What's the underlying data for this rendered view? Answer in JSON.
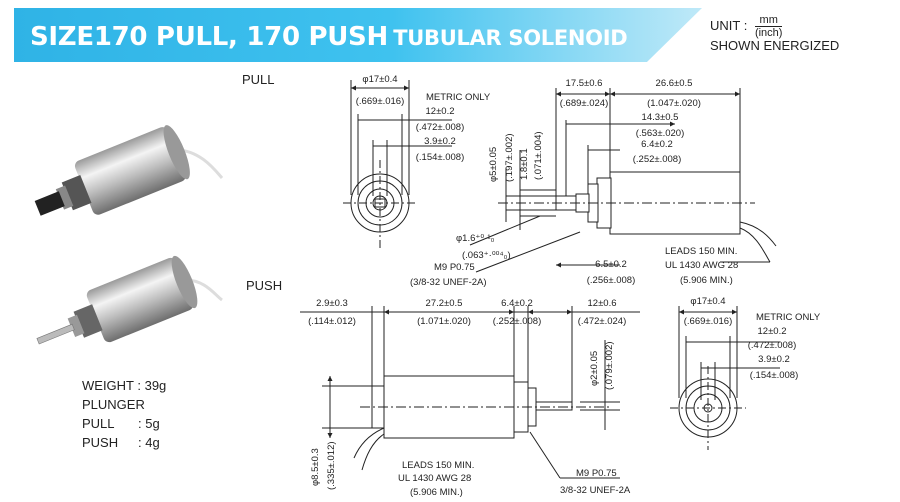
{
  "header": {
    "title_main": "SIZE170 PULL, 170 PUSH",
    "title_sub": "TUBULAR SOLENOID",
    "unit_label": "UNIT :",
    "unit_num": "mm",
    "unit_den": "(inch)",
    "energized": "SHOWN ENERGIZED"
  },
  "sections": {
    "pull": "PULL",
    "push": "PUSH"
  },
  "specs": {
    "weight": "WEIGHT : 39g",
    "plunger": "PLUNGER",
    "pull_label": "PULL",
    "pull_val": ": 5g",
    "push_label": "PUSH",
    "push_val": ": 4g"
  },
  "pull_end": {
    "dia": "φ17±0.4",
    "dia_in": "(.669±.016)",
    "metric": "METRIC ONLY",
    "d1": "12±0.2",
    "d1_in": "(.472±.008)",
    "d2": "3.9±0.2",
    "d2_in": "(.154±.008)"
  },
  "pull_side": {
    "a": "17.5±0.6",
    "a_in": "(.689±.024)",
    "b": "26.6±0.5",
    "b_in": "(1.047±.020)",
    "c": "14.3±0.5",
    "c_in": "(.563±.020)",
    "d": "6.4±0.2",
    "d_in": "(.252±.008)",
    "v1": "φ5±0.05",
    "v1_in": "(.197±.002)",
    "v2": "1.8±0.1",
    "v2_in": "(.071±.004)",
    "bore": "φ1.6⁺⁰·¹₀",
    "bore_in": "(.063⁺·⁰⁰⁴₀)",
    "thread": "M9 P0.75",
    "thread_in": "(3/8-32 UNEF-2A)",
    "e": "6.5±0.2",
    "e_in": "(.256±.008)",
    "leads": "LEADS 150 MIN.",
    "leads2": "UL 1430 AWG 28",
    "leads_in": "(5.906 MIN.)"
  },
  "push_side": {
    "a": "2.9±0.3",
    "a_in": "(.114±.012)",
    "b": "27.2±0.5",
    "b_in": "(1.071±.020)",
    "c": "6.4±0.2",
    "c_in": "(.252±.008)",
    "d": "12±0.6",
    "d_in": "(.472±.024)",
    "v1": "φ2±0.05",
    "v1_in": "(.079±.002)",
    "h": "φ8.5±0.3",
    "h_in": "(.335±.012)",
    "leads": "LEADS 150 MIN.",
    "leads2": "UL 1430 AWG 28",
    "leads_in": "(5.906 MIN.)",
    "thread": "M9 P0.75",
    "thread_in": "3/8-32 UNEF-2A"
  },
  "push_end": {
    "dia": "φ17±0.4",
    "dia_in": "(.669±.016)",
    "metric": "METRIC ONLY",
    "d1": "12±0.2",
    "d1_in": "(.472±.008)",
    "d2": "3.9±0.2",
    "d2_in": "(.154±.008)"
  }
}
